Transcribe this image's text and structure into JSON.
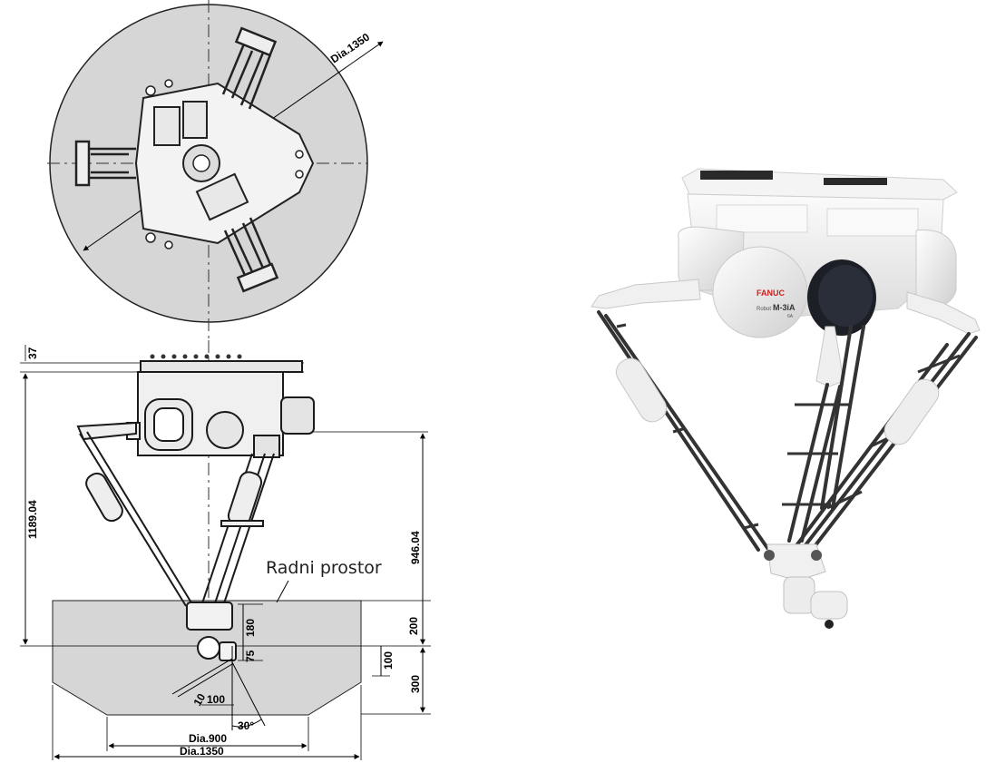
{
  "drawing": {
    "top_view": {
      "diameter_label": "Dia.1350"
    },
    "side_view": {
      "work_area_label": "Radni prostor",
      "dim_top": "37",
      "dim_total_height": "1189.04",
      "dim_reach_height": "946.04",
      "dim_envelope_upper": "200",
      "dim_envelope_lower": "300",
      "dim_180": "180",
      "dim_75": "75",
      "dim_100_side": "100",
      "dim_10": "10",
      "dim_100_bottom": "100",
      "dim_angle": "30°",
      "dim_dia_inner": "Dia.900",
      "dim_dia_outer": "Dia.1350"
    }
  },
  "photo": {
    "brand": "FANUC",
    "model": "M-3iA",
    "model_prefix": "Robot",
    "model_suffix": "6A"
  },
  "colors": {
    "work_area_fill": "#d6d6d6",
    "robot_body": "#f2f2f2",
    "line": "#1a1a1a",
    "brand_red": "#d0201c",
    "motor_dark": "#1c1f26"
  }
}
